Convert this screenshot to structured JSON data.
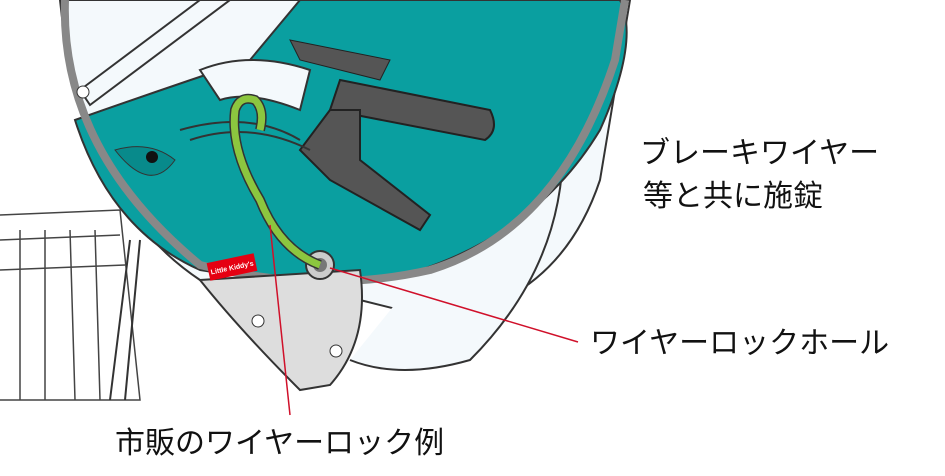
{
  "labels": {
    "brake_wire_line1": "ブレーキワイヤー",
    "brake_wire_line2": "等と共に施錠",
    "wire_lock_hole": "ワイヤーロックホール",
    "commercial_wire_lock": "市販のワイヤーロック例"
  },
  "logo": {
    "text": "Little Kiddy's"
  },
  "colors": {
    "teal": "#0a9fa0",
    "lock_green": "#8cc63f",
    "callout_red": "#d0102a",
    "logo_red": "#e50012"
  }
}
